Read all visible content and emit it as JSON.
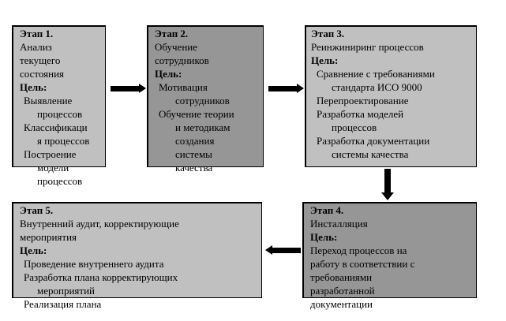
{
  "stage1": {
    "title": "Этап 1.",
    "lines": [
      "Анализ",
      "текущего",
      "состояния"
    ],
    "goal_label": "Цель:",
    "goals": [
      "Выявление",
      "процессов",
      "Классификаци",
      "я процессов",
      "Построение",
      "модели",
      "процессов"
    ]
  },
  "stage2": {
    "title": "Этап 2.",
    "lines": [
      "Обучение",
      "сотрудников"
    ],
    "goal_label": "Цель:",
    "goals": [
      "Мотивация",
      "сотрудников",
      "Обучение теории",
      "и методикам",
      "создания",
      "системы",
      "качества"
    ]
  },
  "stage3": {
    "title": "Этап 3.",
    "lines": [
      "Реинжиниринг процессов"
    ],
    "goal_label": "Цель:",
    "goals": [
      "Сравнение с требованиями",
      "стандарта ИСО 9000",
      "Перепроектирование",
      "Разработка моделей",
      "процессов",
      "Разработка документации",
      "системы качества"
    ]
  },
  "stage4": {
    "title": "Этап 4.",
    "lines": [
      "Инсталляция"
    ],
    "goal_label": "Цель:",
    "goals": [
      "Переход процессов на",
      "работу в соответствии с",
      "требованиями",
      "разработанной",
      "документации"
    ]
  },
  "stage5": {
    "title": "Этап 5.",
    "lines": [
      "Внутренний аудит, корректирующие",
      "мероприятия"
    ],
    "goal_label": "Цель:",
    "goals": [
      "Проведение внутреннего аудита",
      "Разработка плана корректирующих",
      "мероприятий",
      "Реализация плана"
    ]
  },
  "colors": {
    "light_box": "#c0c0c0",
    "dark_box": "#969696",
    "arrow": "#000000"
  }
}
